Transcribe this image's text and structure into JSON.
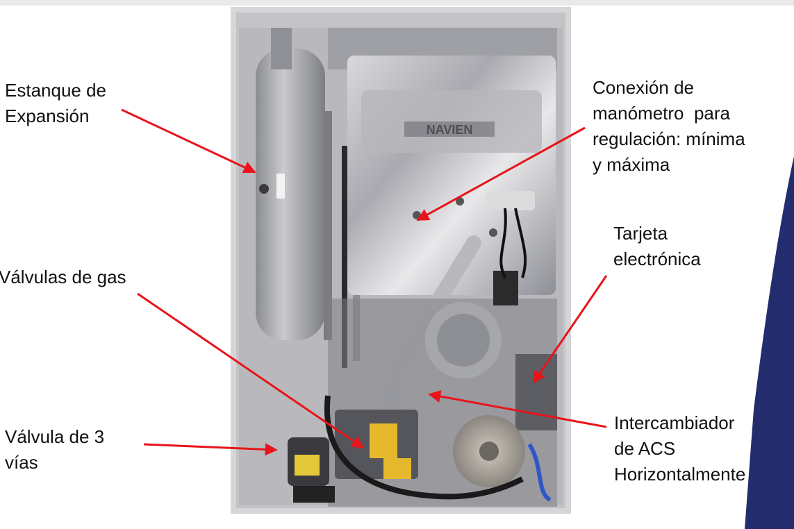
{
  "labels": {
    "expansion_tank": [
      "Estanque de",
      "Expansión"
    ],
    "gas_valves": [
      "Válvulas de gas"
    ],
    "three_way_valve": [
      "Válvula de 3",
      "vías"
    ],
    "manometer": [
      "Conexión de",
      "manómetro  para",
      "regulación: mínima",
      "y máxima"
    ],
    "board": [
      "Tarjeta",
      "electrónica"
    ],
    "exchanger": [
      "Intercambiador",
      "de ACS",
      "Horizontalmente"
    ]
  },
  "photo": {
    "brand_plate": "NAVIEN"
  },
  "colors": {
    "arrow": "#e8141b",
    "band": "#232d6e",
    "text": "#111111"
  }
}
